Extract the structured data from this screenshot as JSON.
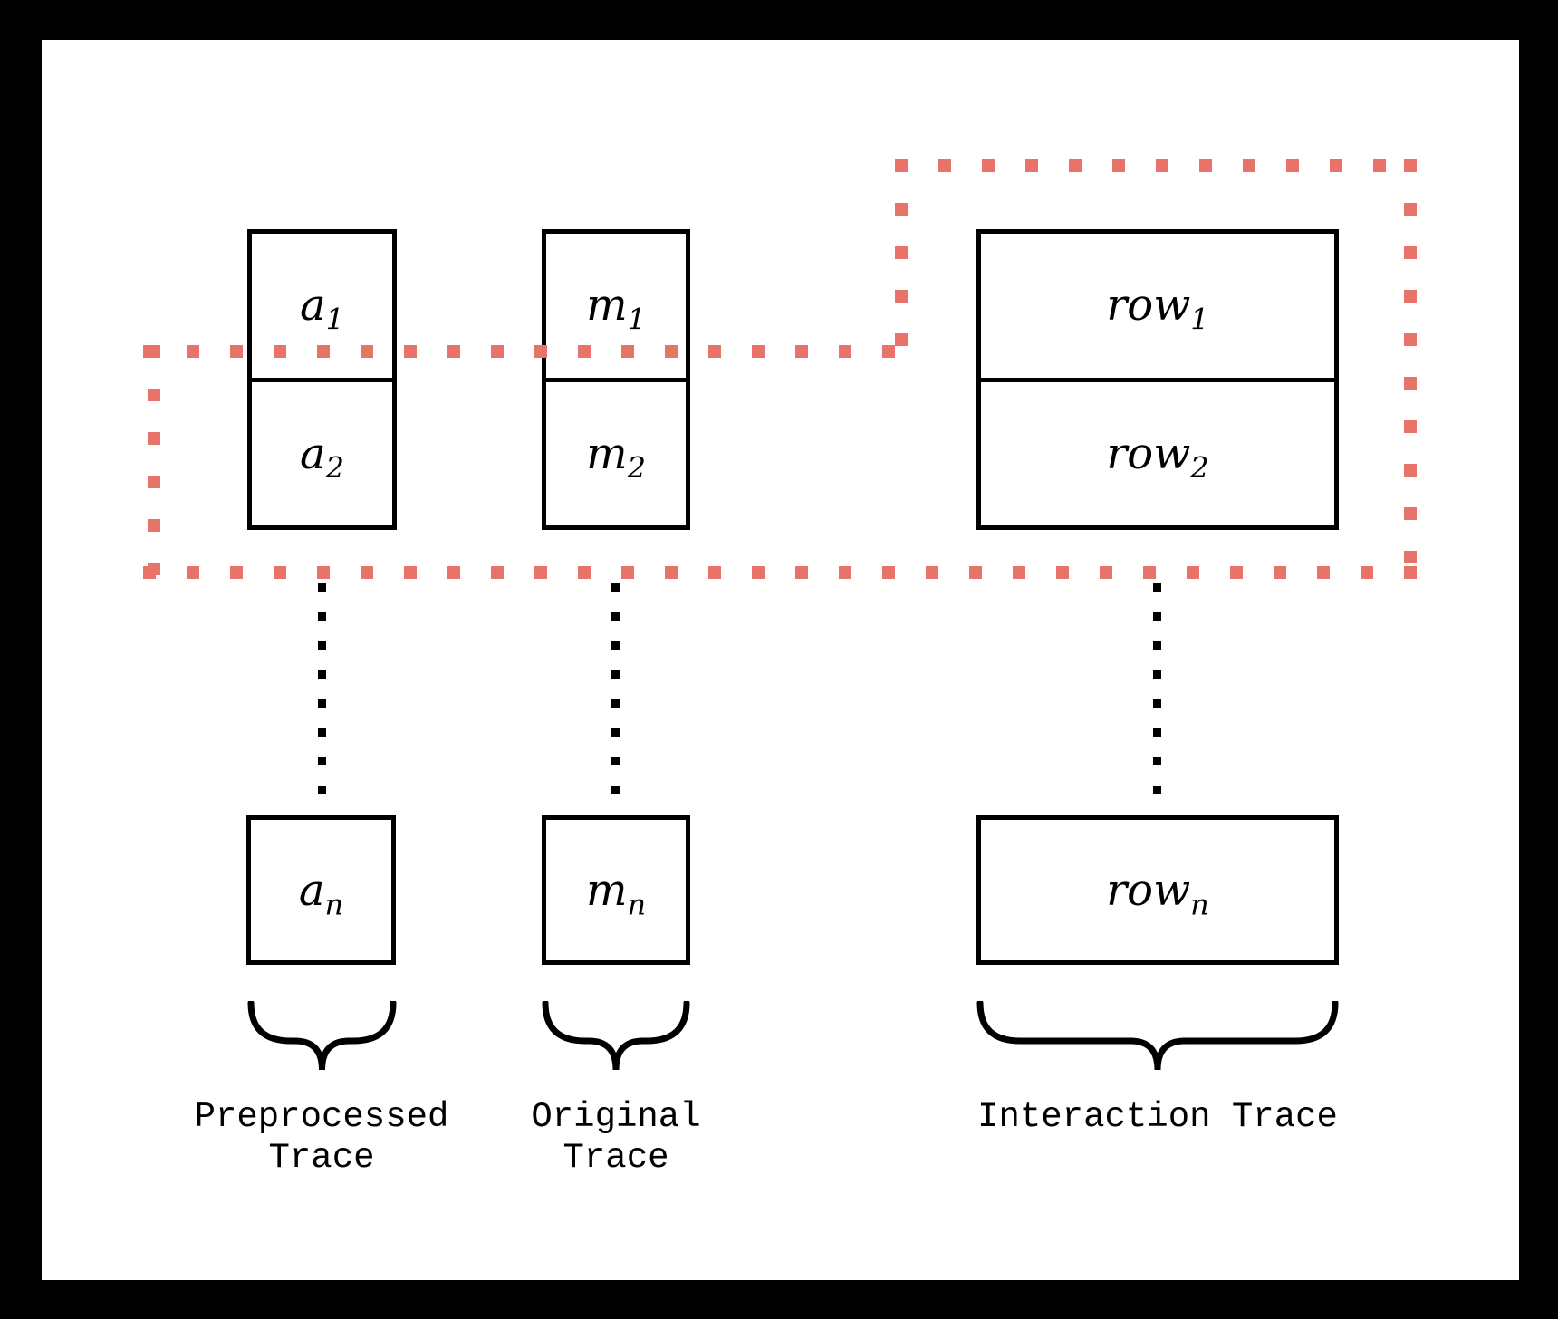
{
  "figure": {
    "columns": [
      {
        "id": "preprocessed-trace",
        "cells": [
          {
            "base": "a",
            "sub": "1"
          },
          {
            "base": "a",
            "sub": "2"
          }
        ],
        "nth": {
          "base": "a",
          "sub": "n"
        },
        "label_lines": [
          "Preprocessed",
          "Trace"
        ]
      },
      {
        "id": "original-trace",
        "cells": [
          {
            "base": "m",
            "sub": "1"
          },
          {
            "base": "m",
            "sub": "2"
          }
        ],
        "nth": {
          "base": "m",
          "sub": "n"
        },
        "label_lines": [
          "Original",
          "Trace"
        ]
      },
      {
        "id": "interaction-trace",
        "cells": [
          {
            "base": "row",
            "sub": "1"
          },
          {
            "base": "row",
            "sub": "2"
          }
        ],
        "nth": {
          "base": "row",
          "sub": "n"
        },
        "label_lines": [
          "Interaction Trace"
        ]
      }
    ],
    "colors": {
      "highlight_dotted": "#E8736B",
      "line": "#000000",
      "panel_background": "#FFFFFF",
      "outer_background": "#000000"
    }
  }
}
